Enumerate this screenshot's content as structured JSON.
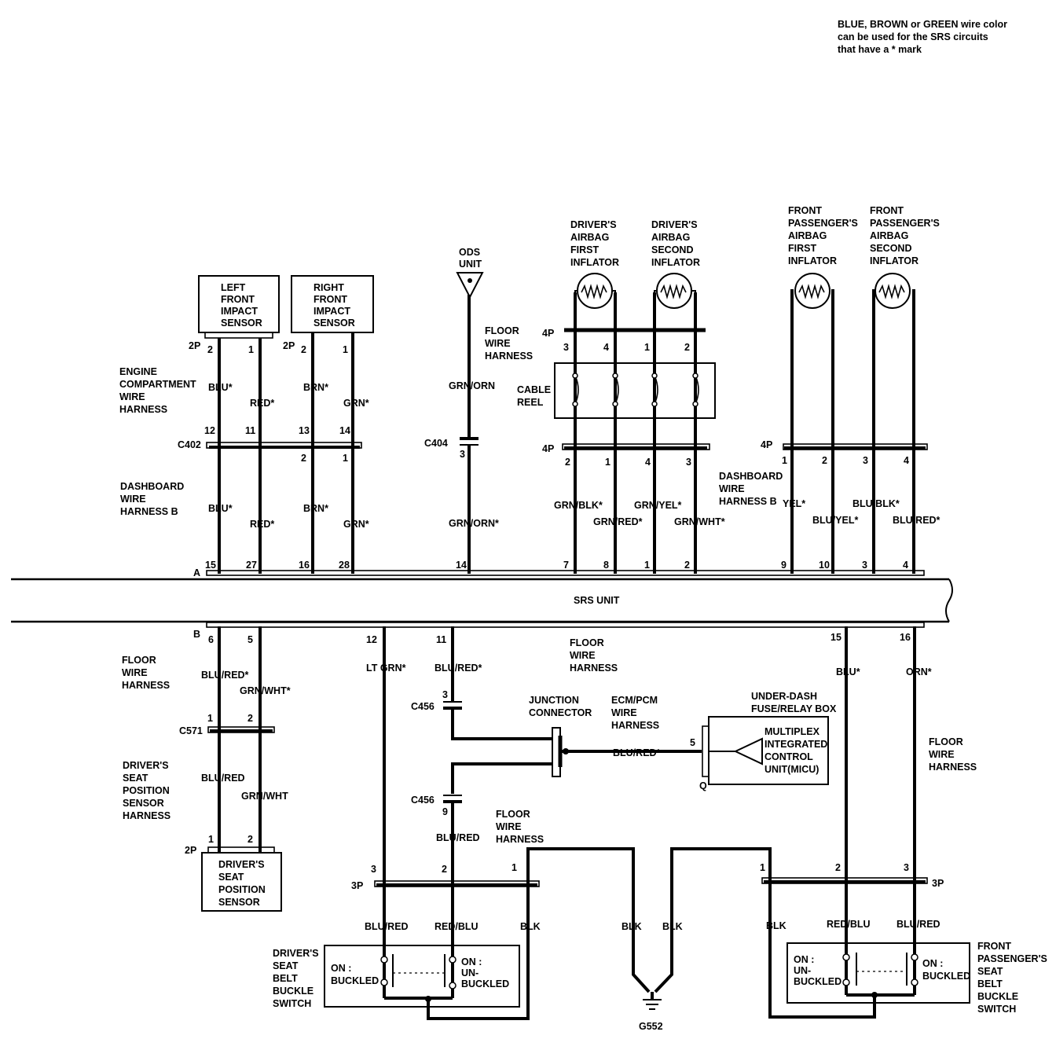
{
  "note": [
    "BLUE, BROWN or GREEN wire color",
    "can be used for the SRS circuits",
    "that have a * mark"
  ],
  "components": {
    "left_sensor": [
      "LEFT",
      "FRONT",
      "IMPACT",
      "SENSOR"
    ],
    "right_sensor": [
      "RIGHT",
      "FRONT",
      "IMPACT",
      "SENSOR"
    ],
    "ods": [
      "ODS",
      "UNIT"
    ],
    "driver_inf1": [
      "DRIVER'S",
      "AIRBAG",
      "FIRST",
      "INFLATOR"
    ],
    "driver_inf2": [
      "DRIVER'S",
      "AIRBAG",
      "SECOND",
      "INFLATOR"
    ],
    "pass_inf1": [
      "FRONT",
      "PASSENGER'S",
      "AIRBAG",
      "FIRST",
      "INFLATOR"
    ],
    "pass_inf2": [
      "FRONT",
      "PASSENGER'S",
      "AIRBAG",
      "SECOND",
      "INFLATOR"
    ],
    "cable_reel": [
      "CABLE",
      "REEL"
    ],
    "srs_unit": "SRS UNIT",
    "seat_sensor": [
      "DRIVER'S",
      "SEAT",
      "POSITION",
      "SENSOR"
    ],
    "junction": [
      "JUNCTION",
      "CONNECTOR"
    ],
    "ecm": [
      "ECM/PCM",
      "WIRE",
      "HARNESS"
    ],
    "underdash": [
      "UNDER-DASH",
      "FUSE/RELAY BOX"
    ],
    "micu": [
      "MULTIPLEX",
      "INTEGRATED",
      "CONTROL",
      "UNIT(MICU)"
    ],
    "driver_buckle": [
      "DRIVER'S",
      "SEAT",
      "BELT",
      "BUCKLE",
      "SWITCH"
    ],
    "pass_buckle": [
      "FRONT",
      "PASSENGER'S",
      "SEAT",
      "BELT",
      "BUCKLE",
      "SWITCH"
    ],
    "ground": "G552"
  },
  "harness": {
    "engine": [
      "ENGINE",
      "COMPARTMENT",
      "WIRE",
      "HARNESS"
    ],
    "dash_b_left": [
      "DASHBOARD",
      "WIRE",
      "HARNESS B"
    ],
    "dash_b_right": [
      "DASHBOARD",
      "WIRE",
      "HARNESS B"
    ],
    "floor_ods": [
      "FLOOR",
      "WIRE",
      "HARNESS"
    ],
    "floor_left": [
      "FLOOR",
      "WIRE",
      "HARNESS"
    ],
    "floor_mid": [
      "FLOOR",
      "WIRE",
      "HARNESS"
    ],
    "floor_right": [
      "FLOOR",
      "WIRE",
      "HARNESS"
    ],
    "floor_bottom": [
      "FLOOR",
      "WIRE",
      "HARNESS"
    ],
    "seat_pos": [
      "DRIVER'S",
      "SEAT",
      "POSITION",
      "SENSOR",
      "HARNESS"
    ]
  },
  "connectors": {
    "c402": "C402",
    "c404": "C404",
    "c456_top": "C456",
    "c456_bot": "C456",
    "c571": "C571",
    "p2_left": "2P",
    "p2_right": "2P",
    "p2_seat": "2P",
    "p4_top": "4P",
    "p4_mid": "4P",
    "p4_pass": "4P",
    "p3_left": "3P",
    "p3_right": "3P",
    "a": "A",
    "b": "B",
    "q": "Q"
  },
  "pins": {
    "ls": [
      "2",
      "1"
    ],
    "rs": [
      "2",
      "1"
    ],
    "c402_top": [
      "12",
      "11",
      "13",
      "14"
    ],
    "c402_bot": [
      "2",
      "1"
    ],
    "c404": "3",
    "di_top": [
      "3",
      "4",
      "1",
      "2"
    ],
    "di_bot": [
      "2",
      "1",
      "4",
      "3"
    ],
    "pi": [
      "1",
      "2",
      "3",
      "4"
    ],
    "srs_a": [
      "15",
      "27",
      "16",
      "28",
      "14",
      "7",
      "8",
      "1",
      "2",
      "9",
      "10",
      "3",
      "4"
    ],
    "srs_b": [
      "6",
      "5",
      "12",
      "11",
      "15",
      "16"
    ],
    "c571": [
      "1",
      "2"
    ],
    "seat": [
      "1",
      "2"
    ],
    "c456_top": "3",
    "c456_bot": "9",
    "q5": "5",
    "ds3p": [
      "3",
      "2",
      "1"
    ],
    "ps3p": [
      "1",
      "2",
      "3"
    ]
  },
  "wires": {
    "eng": [
      "BLU*",
      "RED*",
      "BRN*",
      "GRN*"
    ],
    "dash": [
      "BLU*",
      "RED*",
      "BRN*",
      "GRN*"
    ],
    "ods_up": "GRN/ORN",
    "ods_dn": "GRN/ORN*",
    "di_up": [
      "GRN/BLK*",
      "GRN/RED*",
      "GRN/YEL*",
      "GRN/WHT*"
    ],
    "pi_up": [
      "YEL*",
      "BLU/YEL*",
      "BLU/BLK*",
      "BLU/RED*"
    ],
    "b6": "BLU/RED*",
    "b5": "GRN/WHT*",
    "b12": "LT GRN*",
    "b11": "BLU/RED*",
    "b15": "BLU*",
    "b16": "ORN*",
    "seat_l": "BLU/RED",
    "seat_r": "GRN/WHT",
    "jc_micu": "BLU/RED*",
    "c456_dn": "BLU/RED",
    "ds": [
      "BLU/RED",
      "RED/BLU",
      "BLK"
    ],
    "gnd": [
      "BLK",
      "BLK"
    ],
    "ps": [
      "BLK",
      "RED/BLU",
      "BLU/RED"
    ]
  },
  "switch": {
    "buckled": [
      "ON :",
      "BUCKLED"
    ],
    "unbuckled": [
      "ON :",
      "UN-",
      "BUCKLED"
    ]
  }
}
